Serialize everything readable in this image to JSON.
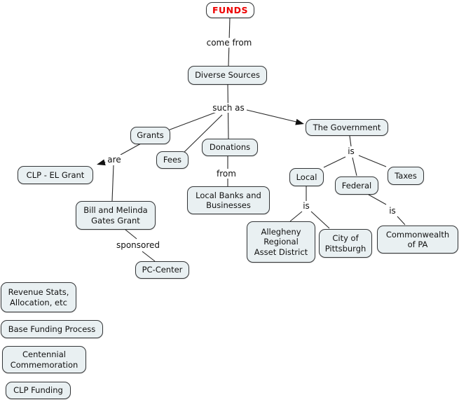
{
  "colors": {
    "background": "#ffffff",
    "node_fill": "#e9f0f2",
    "node_border": "#333537",
    "root_node_fill": "#fdfefe",
    "root_text": "#ee0000",
    "text": "#111111",
    "line": "#2a2a2a"
  },
  "nodes": {
    "funds": {
      "label": "FUNDS"
    },
    "diverse_sources": {
      "label": "Diverse Sources"
    },
    "grants": {
      "label": "Grants"
    },
    "fees": {
      "label": "Fees"
    },
    "donations": {
      "label": "Donations"
    },
    "the_government": {
      "label": "The Government"
    },
    "clp_el_grant": {
      "label": "CLP - EL Grant"
    },
    "bill_melinda_gates": {
      "label": "Bill and Melinda\nGates Grant"
    },
    "pc_center": {
      "label": "PC-Center"
    },
    "local_banks": {
      "label": "Local Banks and\nBusinesses"
    },
    "local": {
      "label": "Local"
    },
    "federal": {
      "label": "Federal"
    },
    "taxes": {
      "label": "Taxes"
    },
    "allegheny": {
      "label": "Allegheny\nRegional\nAsset District"
    },
    "city_pittsburgh": {
      "label": "City of\nPittsburgh"
    },
    "commonwealth_pa": {
      "label": "Commonwealth\nof PA"
    },
    "revenue_stats": {
      "label": "Revenue Stats,\nAllocation, etc"
    },
    "base_funding": {
      "label": "Base Funding Process"
    },
    "centennial": {
      "label": "Centennial\nCommemoration"
    },
    "clp_funding": {
      "label": "CLP Funding"
    }
  },
  "links": {
    "come_from": "come from",
    "such_as": "such as",
    "are": "are",
    "from": "from",
    "sponsored": "sponsored",
    "is_government": "is",
    "is_local": "is",
    "is_federal": "is"
  }
}
